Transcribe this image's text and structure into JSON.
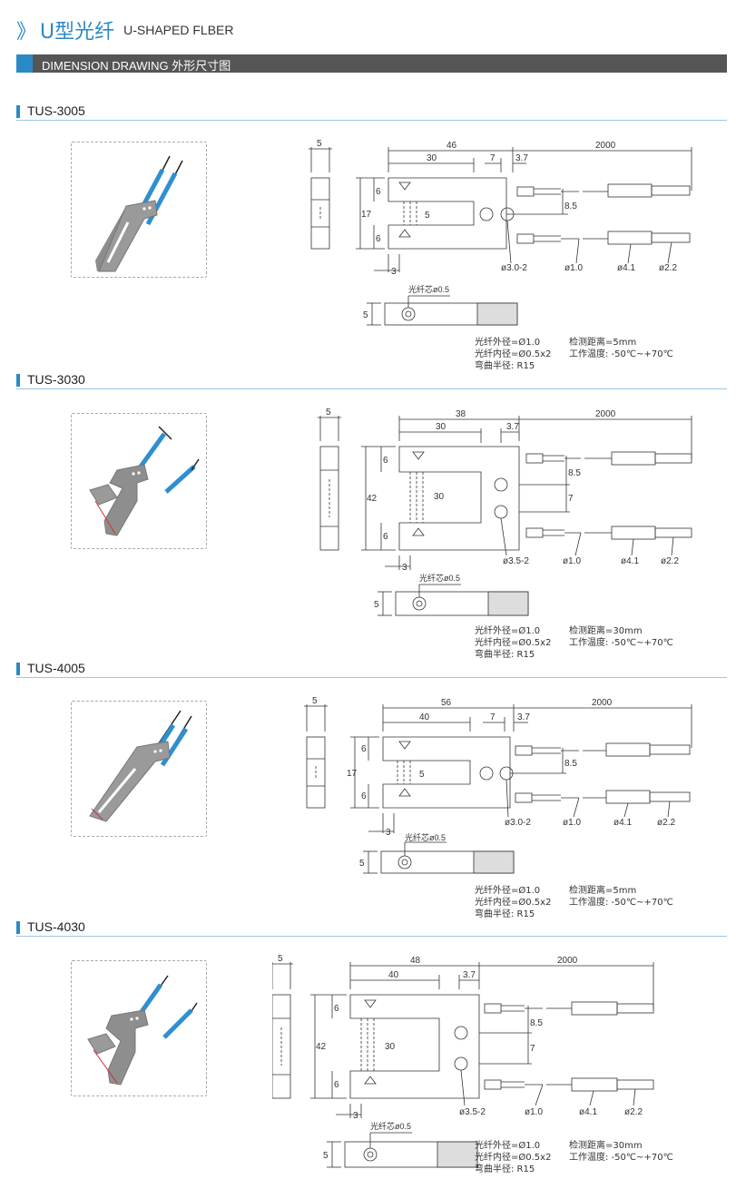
{
  "header": {
    "chevron": "》",
    "title_cn": "U型光纤",
    "title_en": "U-SHAPED FLBER"
  },
  "banner": {
    "label": "DIMENSION DRAWING 外形尺寸图"
  },
  "colors": {
    "accent": "#2a8ac6",
    "banner_bg": "#555555",
    "fiber_blue": "#2f8fd0",
    "body_gray": "#8a8a8a"
  },
  "sections": [
    {
      "name": "TUS-3005",
      "dims": {
        "side_width": "5",
        "total_len": "46",
        "body_len": "30",
        "gap": "7",
        "tip": "3.7",
        "cable": "2000",
        "arm_top": "6",
        "arm_bot": "6",
        "height": "17",
        "slot": "5",
        "hole_pitch": "8.5",
        "offset": "3",
        "hole_dia": "ø3.0-2",
        "d1": "ø1.0",
        "d2": "ø4.1",
        "d3": "ø2.2",
        "core": "光纤芯ø0.5",
        "bottom_h": "5"
      },
      "specs": {
        "outer": "光纤外径=Ø1.0",
        "inner": "光纤内径=Ø0.5x2",
        "bend": "弯曲半径: R15",
        "distance": "检测距离=5mm",
        "temp": "工作温度: -50℃~+70℃"
      }
    },
    {
      "name": "TUS-3030",
      "dims": {
        "side_width": "5",
        "total_len": "38",
        "body_len": "30",
        "tip": "3.7",
        "cable": "2000",
        "arm_top": "6",
        "arm_bot": "6",
        "height": "42",
        "slot": "30",
        "hole_pitch": "8.5",
        "hole_gap": "7",
        "offset": "3",
        "hole_dia": "ø3.5-2",
        "d1": "ø1.0",
        "d2": "ø4.1",
        "d3": "ø2.2",
        "core": "光纤芯ø0.5",
        "bottom_h": "5"
      },
      "specs": {
        "outer": "光纤外径=Ø1.0",
        "inner": "光纤内径=Ø0.5x2",
        "bend": "弯曲半径: R15",
        "distance": "检测距离=30mm",
        "temp": "工作温度: -50℃~+70℃"
      }
    },
    {
      "name": "TUS-4005",
      "dims": {
        "side_width": "5",
        "total_len": "56",
        "body_len": "40",
        "gap": "7",
        "tip": "3.7",
        "cable": "2000",
        "arm_top": "6",
        "arm_bot": "6",
        "height": "17",
        "slot": "5",
        "hole_pitch": "8.5",
        "offset": "3",
        "hole_dia": "ø3.0-2",
        "d1": "ø1.0",
        "d2": "ø4.1",
        "d3": "ø2.2",
        "core": "光纤芯ø0.5",
        "bottom_h": "5"
      },
      "specs": {
        "outer": "光纤外径=Ø1.0",
        "inner": "光纤内径=Ø0.5x2",
        "bend": "弯曲半径: R15",
        "distance": "检测距离=5mm",
        "temp": "工作温度: -50℃~+70℃"
      }
    },
    {
      "name": "TUS-4030",
      "dims": {
        "side_width": "5",
        "total_len": "48",
        "body_len": "40",
        "tip": "3.7",
        "cable": "2000",
        "arm_top": "6",
        "arm_bot": "6",
        "height": "42",
        "slot": "30",
        "hole_pitch": "8.5",
        "hole_gap": "7",
        "offset": "3",
        "hole_dia": "ø3.5-2",
        "d1": "ø1.0",
        "d2": "ø4.1",
        "d3": "ø2.2",
        "core": "光纤芯ø0.5",
        "bottom_h": "5"
      },
      "specs": {
        "outer": "光纤外径=Ø1.0",
        "inner": "光纤内径=Ø0.5x2",
        "bend": "弯曲半径: R15",
        "distance": "检测距离=30mm",
        "temp": "工作温度: -50℃~+70℃"
      }
    }
  ]
}
